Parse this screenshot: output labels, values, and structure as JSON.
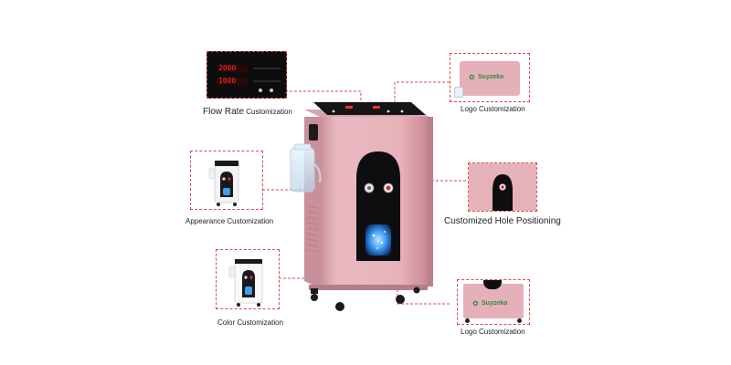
{
  "callouts": {
    "flow_rate": {
      "label_main": "Flow Rate",
      "label_rest": " Customization",
      "panel_line1": "2000",
      "panel_line2": "1000"
    },
    "logo_top": {
      "label": "Logo Customization",
      "brand": "Suyzeko"
    },
    "appearance": {
      "label": "Appearance Customization"
    },
    "hole": {
      "label": "Customized Hole Positioning"
    },
    "color": {
      "label": "Color Customization"
    },
    "logo_bottom": {
      "label": "Logo Customization",
      "brand": "Suyzeko"
    }
  },
  "colors": {
    "callout_border": "#d94a4a",
    "machine_pink": "#e8b4bc",
    "machine_pink_dark": "#d59ca6",
    "panel_black": "#111111",
    "led_red": "#ff3030",
    "water_blue": "#4aa9ff"
  },
  "icons": [
    "grip-handle-icon",
    "water-window-icon",
    "control-knob-icon",
    "caster-wheel-icon",
    "vent-grille-icon"
  ]
}
